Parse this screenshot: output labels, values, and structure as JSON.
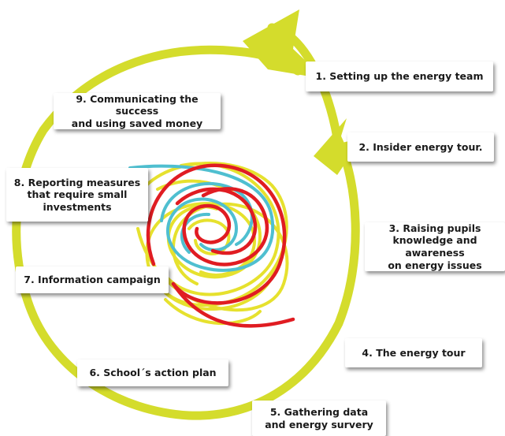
{
  "colors": {
    "cycle": "#d4dc2c",
    "scribble_yellow": "#e6e12e",
    "scribble_red": "#e01c22",
    "scribble_cyan": "#4fbfd0",
    "box_background": "#ffffff",
    "text": "#1a1a1a"
  },
  "steps": [
    {
      "label": "1. Setting up the energy team"
    },
    {
      "label": "2. Insider energy tour."
    },
    {
      "label": "3. Raising pupils\nknowledge and awareness\non energy issues"
    },
    {
      "label": "4. The energy tour"
    },
    {
      "label": "5. Gathering data\nand energy survery"
    },
    {
      "label": "6. School´s action plan"
    },
    {
      "label": "7. Information campaign"
    },
    {
      "label": "8. Reporting measures\nthat require small\ninvestments"
    },
    {
      "label": "9. Communicating the success\nand using saved money"
    }
  ]
}
